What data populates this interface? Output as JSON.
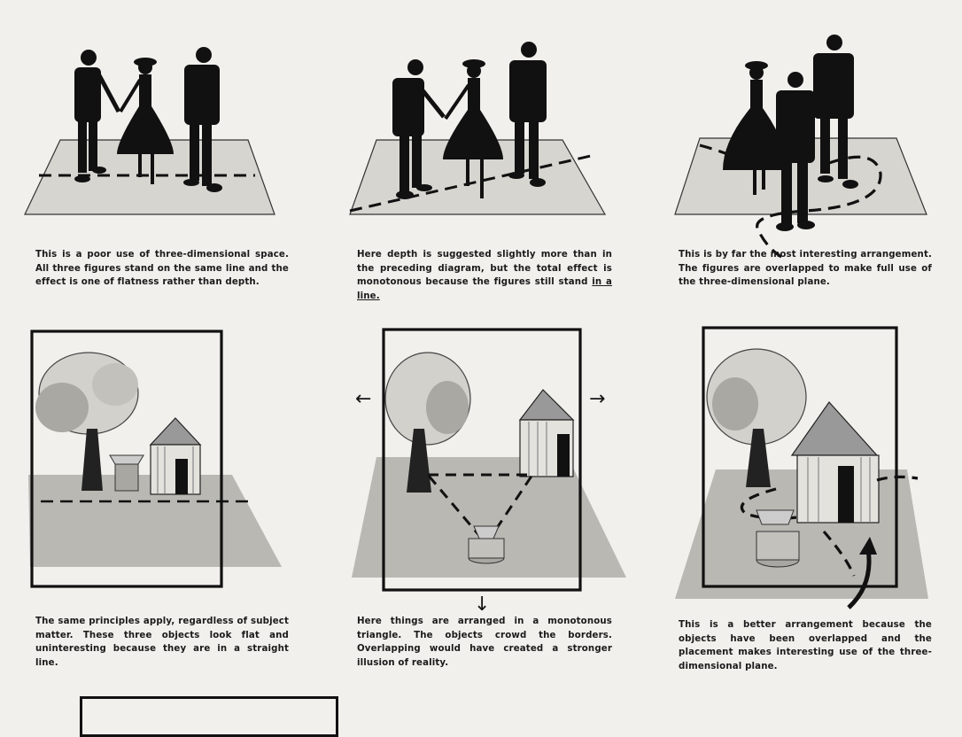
{
  "captions": {
    "p1": "This is a poor use of three-dimensional space. All three figures stand on the same line and the effect is one of flatness rather than depth.",
    "p2_a": "Here depth is suggested slightly more than in the preceding diagram, but the total effect is monotonous because the figures still stand",
    "p2_b": "in a line.",
    "p3": "This is by far the most interesting arrangement. The figures are overlapped to make full use of the three-dimensional plane.",
    "p4": "The same principles apply, regardless of subject matter. These three objects look flat and uninteresting because they are in a straight line.",
    "p5": "Here things are arranged in a monotonous triangle. The objects crowd the borders. Overlapping would have created a stronger illusion of reality.",
    "p6": "This is a better arrangement because the objects have been overlapped and the placement makes interesting use of the three-dimensional plane."
  },
  "arrows": {
    "left": "←",
    "right": "→",
    "down": "↓"
  },
  "colors": {
    "paper": "#f1f0ec",
    "ink": "#151515",
    "ground": "#bdbcb8",
    "ground_light": "#dcdbd6"
  }
}
